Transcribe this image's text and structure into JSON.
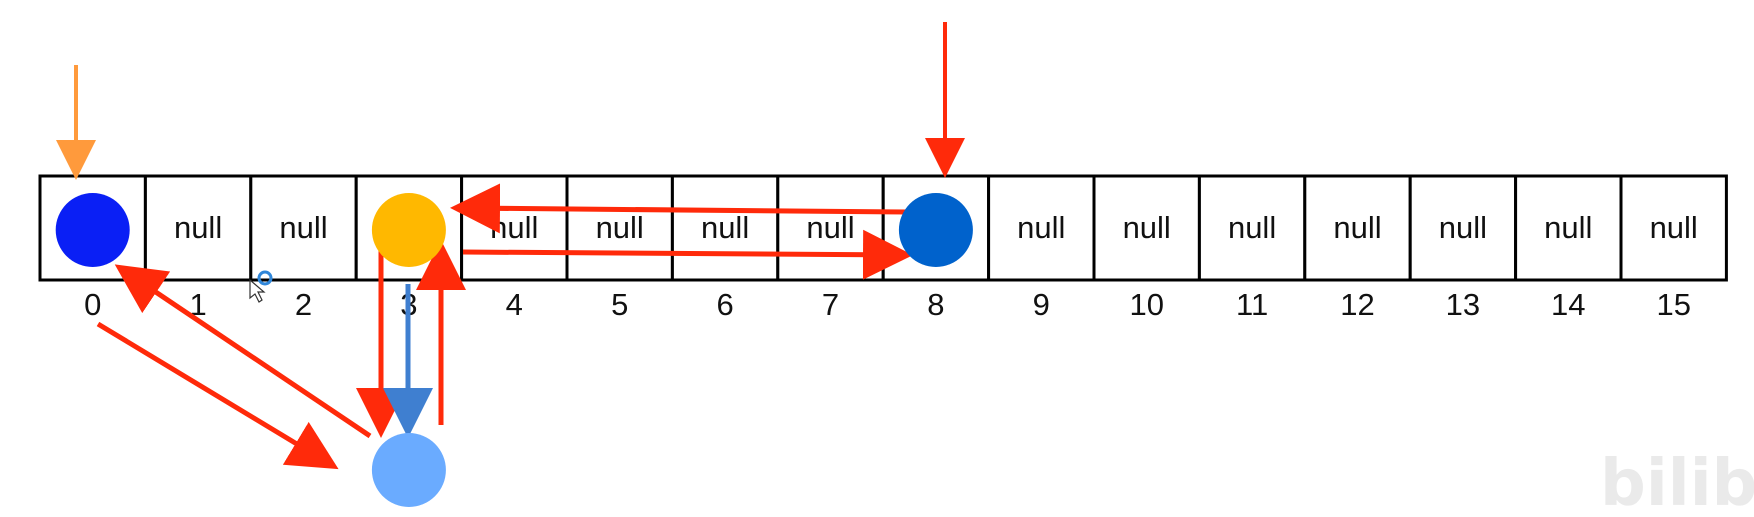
{
  "array": {
    "cells": [
      "",
      "null",
      "null",
      "",
      "null",
      "null",
      "null",
      "null",
      "",
      "null",
      "null",
      "null",
      "null",
      "null",
      "null",
      "null"
    ],
    "indices": [
      "0",
      "1",
      "2",
      "3",
      "4",
      "5",
      "6",
      "7",
      "8",
      "9",
      "10",
      "11",
      "12",
      "13",
      "14",
      "15"
    ]
  },
  "nodes": [
    {
      "id": "node-0",
      "slot": 0,
      "color": "#0a1ff5"
    },
    {
      "id": "node-3",
      "slot": 3,
      "color": "#ffb800"
    },
    {
      "id": "node-8",
      "slot": 8,
      "color": "#0062cc"
    },
    {
      "id": "node-below-3",
      "slot": 3,
      "below": true,
      "color": "#6aabff"
    }
  ],
  "colors": {
    "arrow_red": "#ff2a0a",
    "arrow_orange": "#ff9a3c",
    "arrow_blue": "#3f7fd0",
    "grid": "#000000"
  },
  "watermark": "bilibili"
}
